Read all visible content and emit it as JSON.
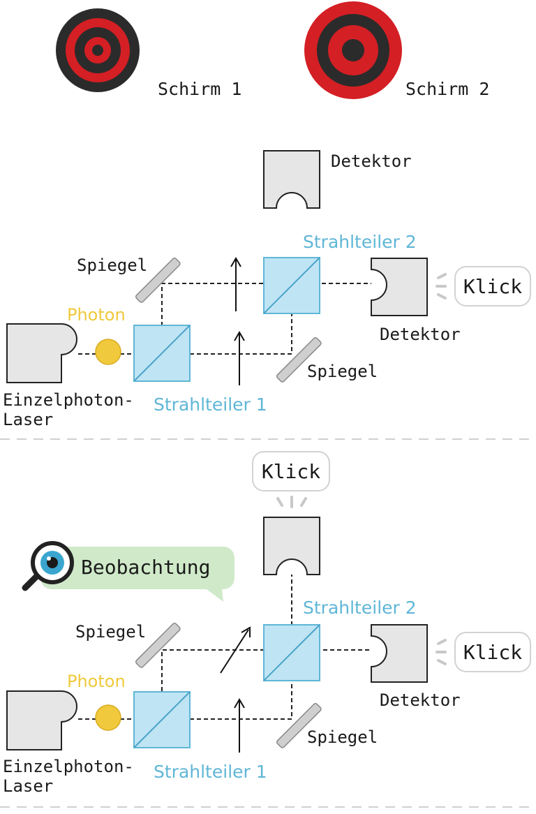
{
  "screens": [
    {
      "label": "Schirm 1",
      "color_outer": "#2b2b2b",
      "color_alt": "#d41f24"
    },
    {
      "label": "Schirm 2",
      "color_outer": "#d41f24",
      "color_alt": "#2b2b2b"
    }
  ],
  "top_setup": {
    "detector_top": "Detektor",
    "detector_right": "Detektor",
    "splitter_1": "Strahlteiler 1",
    "splitter_2": "Strahlteiler 2",
    "mirror_upper": "Spiegel",
    "mirror_lower": "Spiegel",
    "photon": "Photon",
    "laser_line1": "Einzelphoton-",
    "laser_line2": "Laser",
    "click_right": "Klick"
  },
  "bottom_setup": {
    "detector_right": "Detektor",
    "splitter_1": "Strahlteiler 1",
    "splitter_2": "Strahlteiler 2",
    "mirror_upper": "Spiegel",
    "mirror_lower": "Spiegel",
    "photon": "Photon",
    "laser_line1": "Einzelphoton-",
    "laser_line2": "Laser",
    "click_top": "Klick",
    "click_right": "Klick",
    "observation": "Beobachtung"
  },
  "colors": {
    "splitter": "#5fb6d6",
    "photon": "#f0c93c",
    "observation_bubble": "#cfe9c9",
    "magnifier_iris": "#3aa6cf"
  },
  "icons": {
    "magnifier": "magnifier-eye-icon"
  }
}
